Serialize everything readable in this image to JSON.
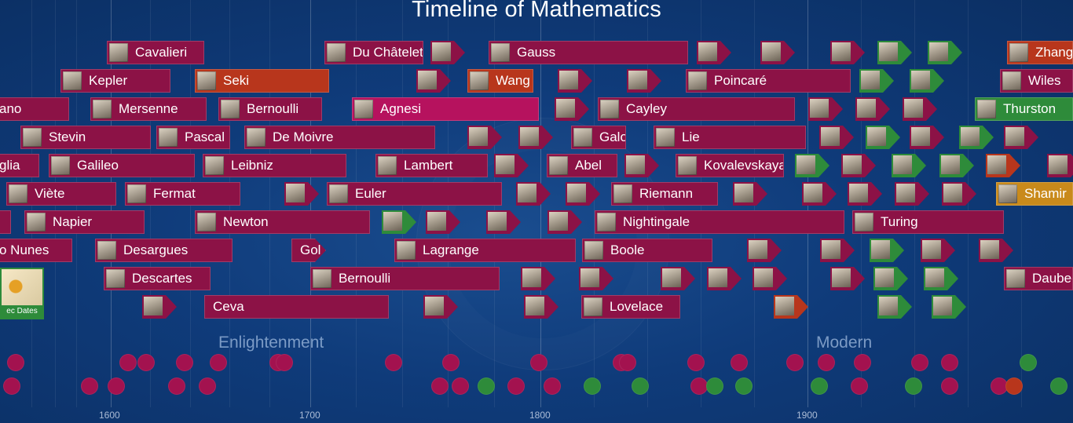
{
  "title": "Timeline of Mathematics",
  "eras": [
    "Enlightenment",
    "Modern"
  ],
  "axis": {
    "ticks": [
      "1600",
      "1700",
      "1800",
      "1900"
    ]
  },
  "colors": {
    "background": "#0f3b7a",
    "chip": "#8c1246",
    "chip_selected": "#b6125e",
    "orange": "#b8361c",
    "green": "#2e8b3a",
    "gold": "#c98a1b"
  },
  "aztec_card": {
    "label": "ec Dates"
  },
  "people": [
    "Cavalieri",
    "Kepler",
    "ano",
    "Mersenne",
    "Stevin",
    "Pascal",
    "glia",
    "Galileo",
    "Viète",
    "Fermat",
    "Napier",
    "o Nunes",
    "Desargues",
    "Descartes",
    "Ceva",
    "Seki",
    "Bernoulli",
    "De Moivre",
    "Leibniz",
    "Newton",
    "Gol",
    "Bernoulli",
    "Du Châtelet",
    "Agnesi",
    "Lambert",
    "Euler",
    "Lagrange",
    "Wang",
    "Gauss",
    "Cayley",
    "Galo",
    "Abel",
    "Riemann",
    "Boole",
    "Lovelace",
    "Lie",
    "Kovalevskaya",
    "Nightingale",
    "Poincaré",
    "Turing",
    "Zhang",
    "Wiles",
    "Thurston",
    "Shamir",
    "Daubec"
  ]
}
